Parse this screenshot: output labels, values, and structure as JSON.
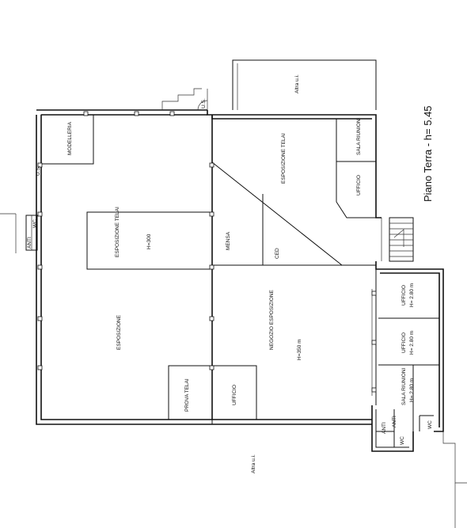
{
  "title": "Piano Terra - h= 5.45",
  "rooms": {
    "modelleria": "MODELLERIA",
    "esposizione_telai_left": "ESPOSIZIONE TELAI",
    "h300": "H=300",
    "mensa": "MENSA",
    "ced": "CED",
    "esposizione_telai_right": "ESPOSIZIONE TELAI",
    "sala_riunioni_top": "SALA RIUNIONI",
    "ufficio_top": "UFFICIO",
    "altra_ui_top": "Altra u.i.",
    "esposizione": "ESPOSIZIONE",
    "negozio_esposizione": "NEGOZIO ESPOSIZIONE",
    "h350": "H=350 m",
    "prova_telai": "PROVA TELAI",
    "ufficio_bottom": "UFFICIO",
    "ufficio_r1": "UFFICIO",
    "ufficio_r1_h": "H= 2.80 m",
    "ufficio_r2": "UFFICIO",
    "ufficio_r2_h": "H= 2.80 m",
    "sala_riunioni_bottom": "SALA RIUNIONI",
    "sala_riunioni_bottom_h": "H= 2.80 m",
    "anti_left": "ANTI",
    "wc_left": "WC",
    "anti_b1": "ANTI",
    "anti_b2": "ANTI",
    "wc_b1": "WC",
    "wc_b2": "WC",
    "altra_ui_bottom": "Altra u.i.",
    "us_top": "U.S.",
    "us_left": "U.S."
  }
}
